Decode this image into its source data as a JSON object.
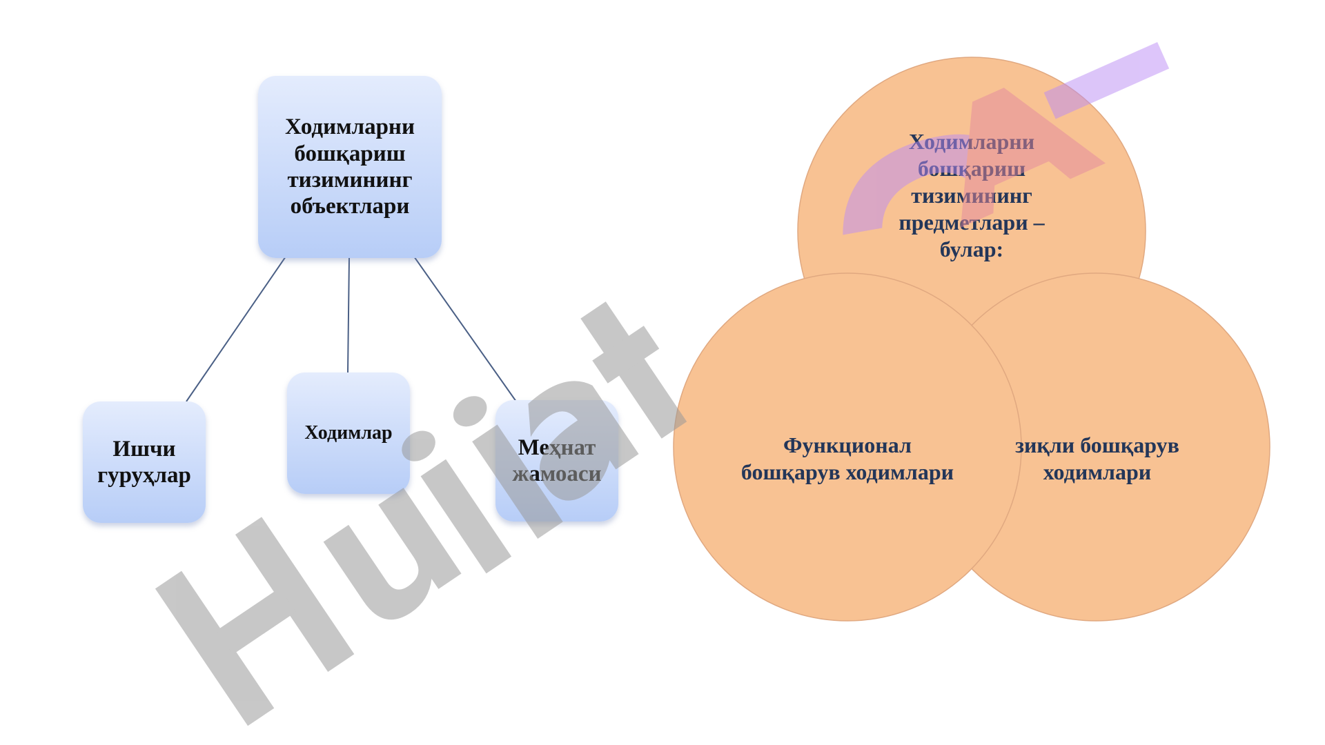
{
  "objects_tree": {
    "root": "Ходимларни\nбошқариш\nтизимининг\nобъектлари",
    "children": [
      "Ишчи\nгуруҳлар",
      "Ходимлар",
      "Меҳнат\nжамоаси"
    ]
  },
  "subjects_venn": {
    "top": "Ходимларни\nбошқариш\nтизимининг\nпредметлари –\nбулар:",
    "left": "Функционал\nбошқарув ходимлари",
    "right": "зиқли бошқарув\nходимлари"
  },
  "watermark": "Hujjat",
  "colors": {
    "node_top": "#e4ecfd",
    "node_bottom": "#b7cdf7",
    "connector": "#4a5f85",
    "circle_fill": "#f8c293",
    "circle_stroke": "#e0a880",
    "circle_text": "#233659",
    "watermark_gray": "#9a9a9a",
    "watermark_violet": "#bb8cf5"
  }
}
